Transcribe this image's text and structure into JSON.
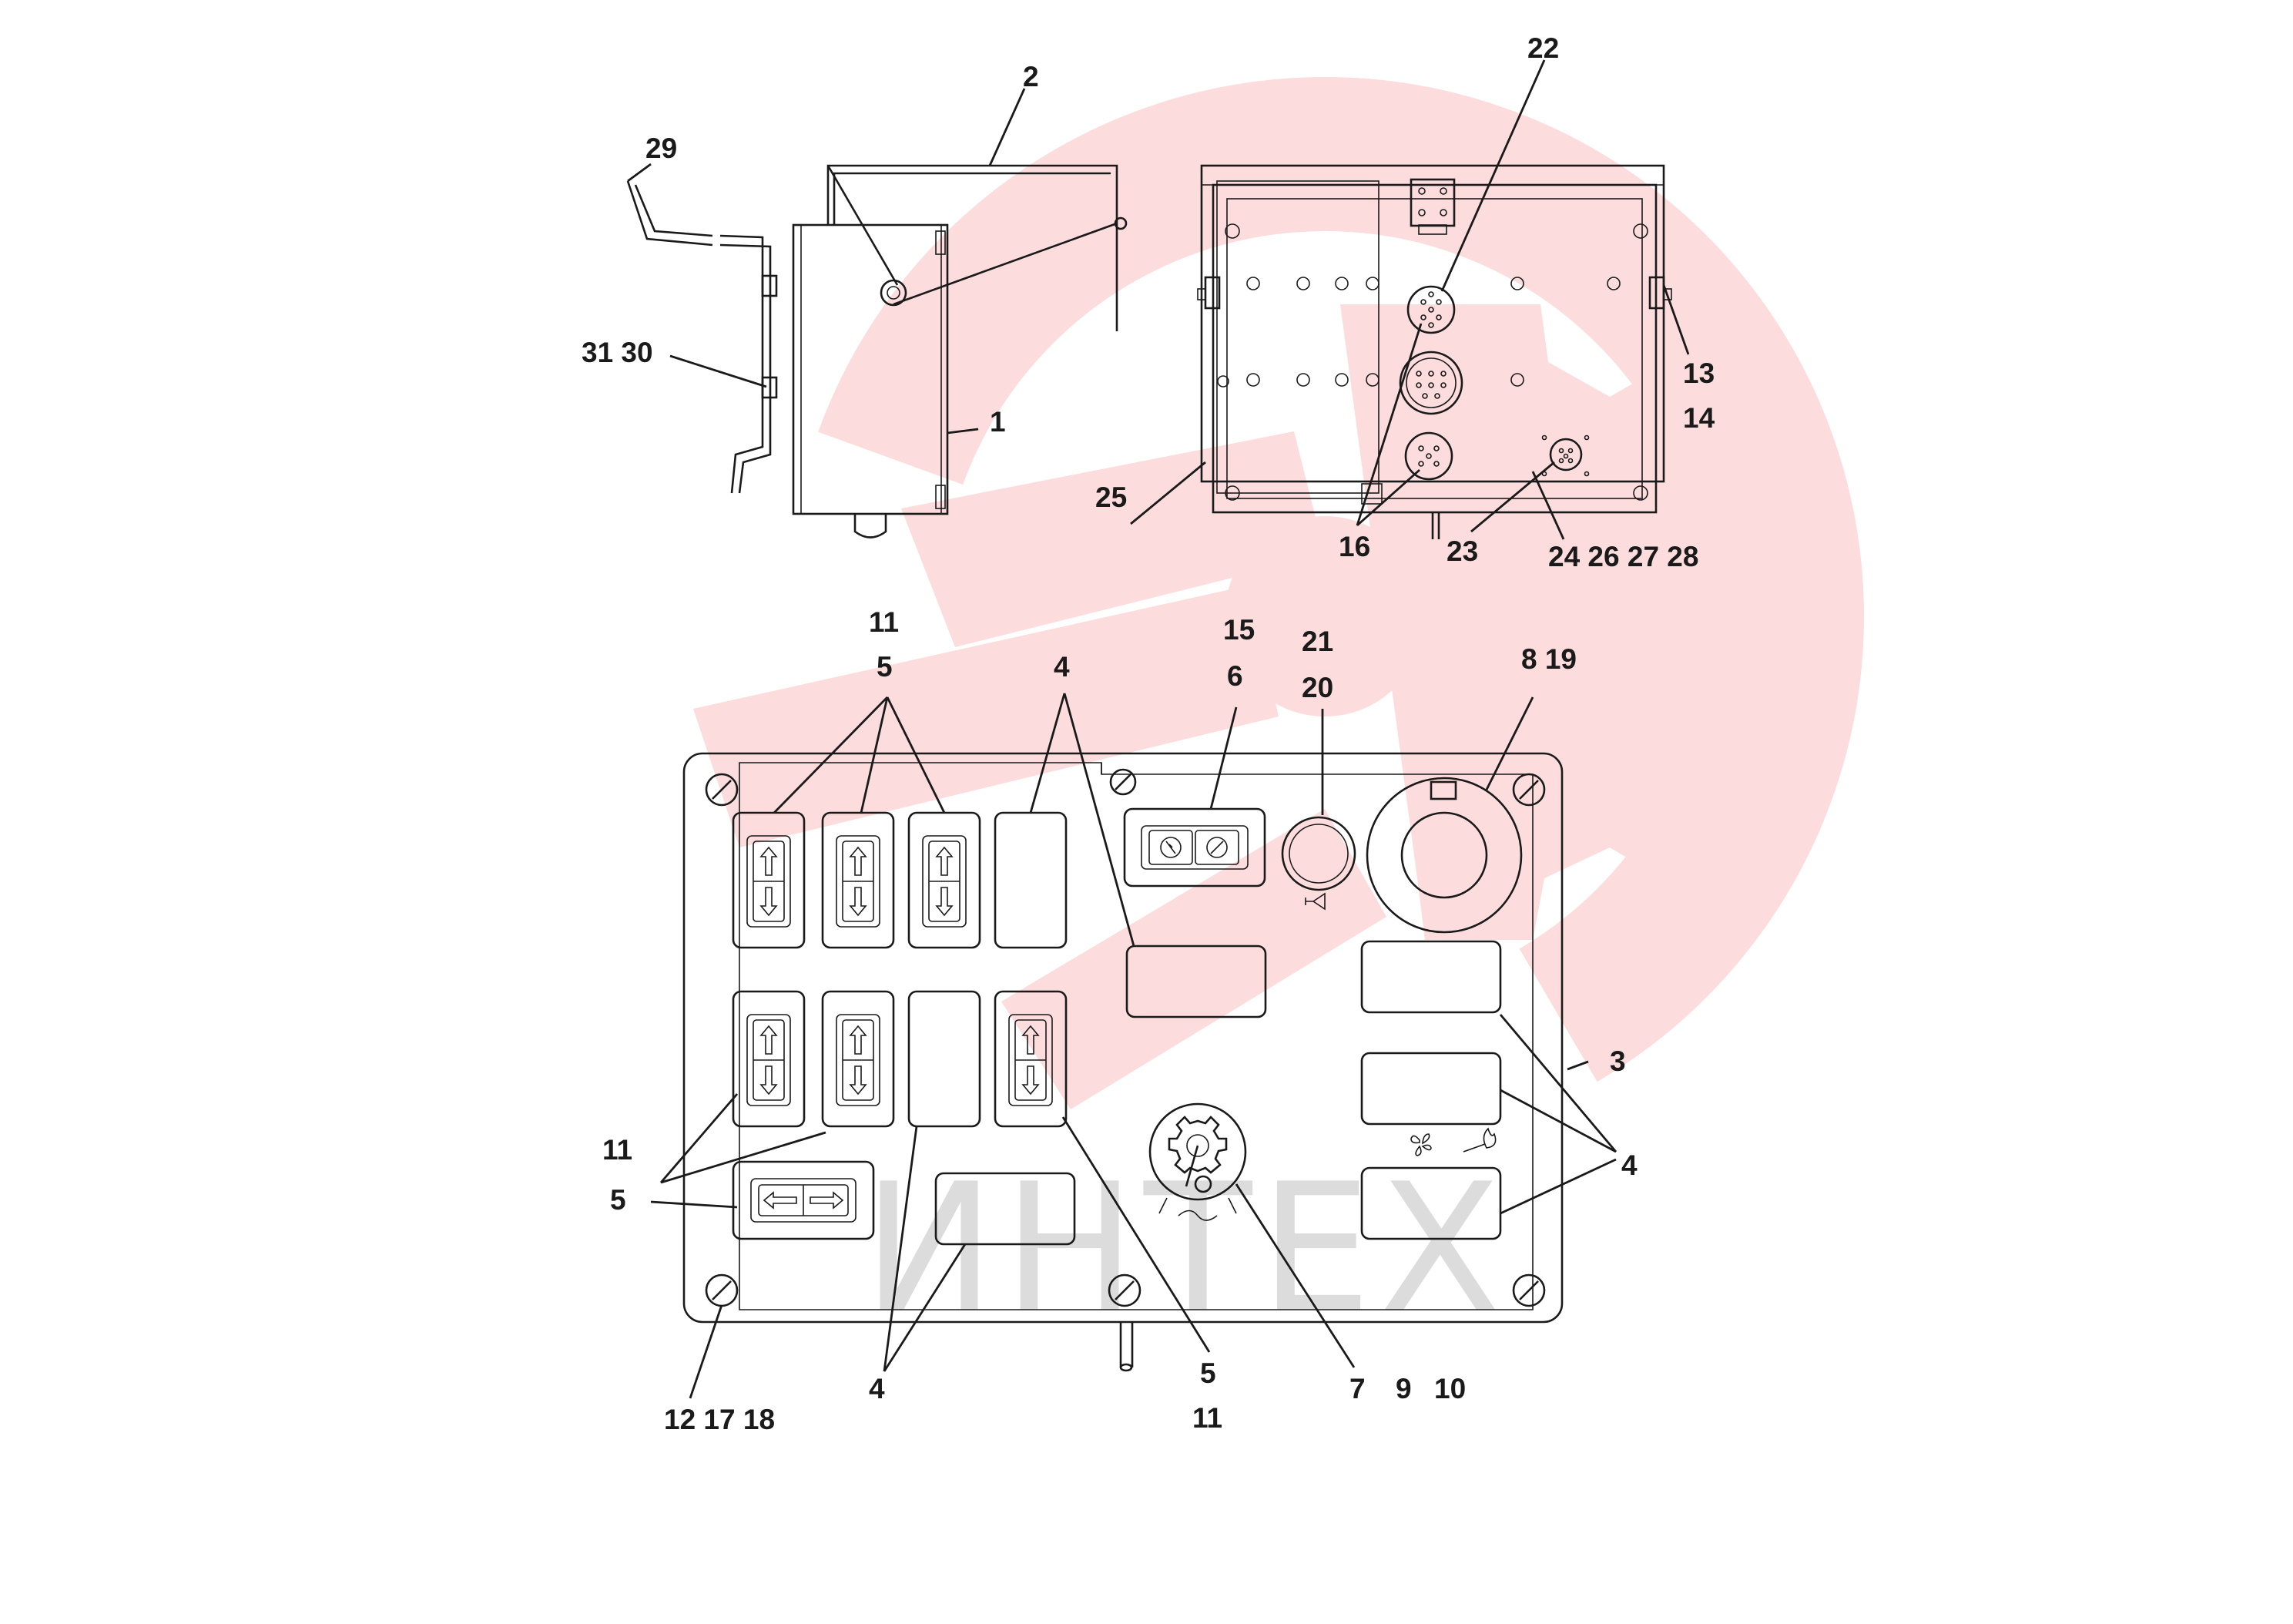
{
  "watermark": {
    "text": "ИНТЕХ",
    "color": "#ee2a2a",
    "text_color": "#dcdcdc"
  },
  "views": {
    "side": {
      "callouts": {
        "c29": "29",
        "c2": "2",
        "c31_30": "31 30",
        "c1": "1"
      }
    },
    "rear": {
      "callouts": {
        "c22": "22",
        "c13": "13",
        "c14": "14",
        "c25": "25",
        "c16": "16",
        "c23": "23",
        "c24_28": "24 26 27 28"
      }
    },
    "front": {
      "callouts": {
        "c11_top": "11",
        "c5_top": "5",
        "c4_top": "4",
        "c15": "15",
        "c6": "6",
        "c21": "21",
        "c20": "20",
        "c8_19": "8 19",
        "c3": "3",
        "c11_left": "11",
        "c5_left": "5",
        "c4_right": "4",
        "c12_18": "12 17 18",
        "c4_bottom": "4",
        "c5_bottom": "5",
        "c11_bottom": "11",
        "c7": "7",
        "c9": "9",
        "c10": "10"
      },
      "symbols": [
        "horn-icon",
        "fan-icon",
        "heater-icon",
        "glow-plug-icon",
        "arrow-up-down-icon",
        "arrow-left-right-icon",
        "rotary-switch-icon"
      ]
    }
  },
  "colors": {
    "line": "#1a1a1a",
    "background": "#ffffff"
  }
}
